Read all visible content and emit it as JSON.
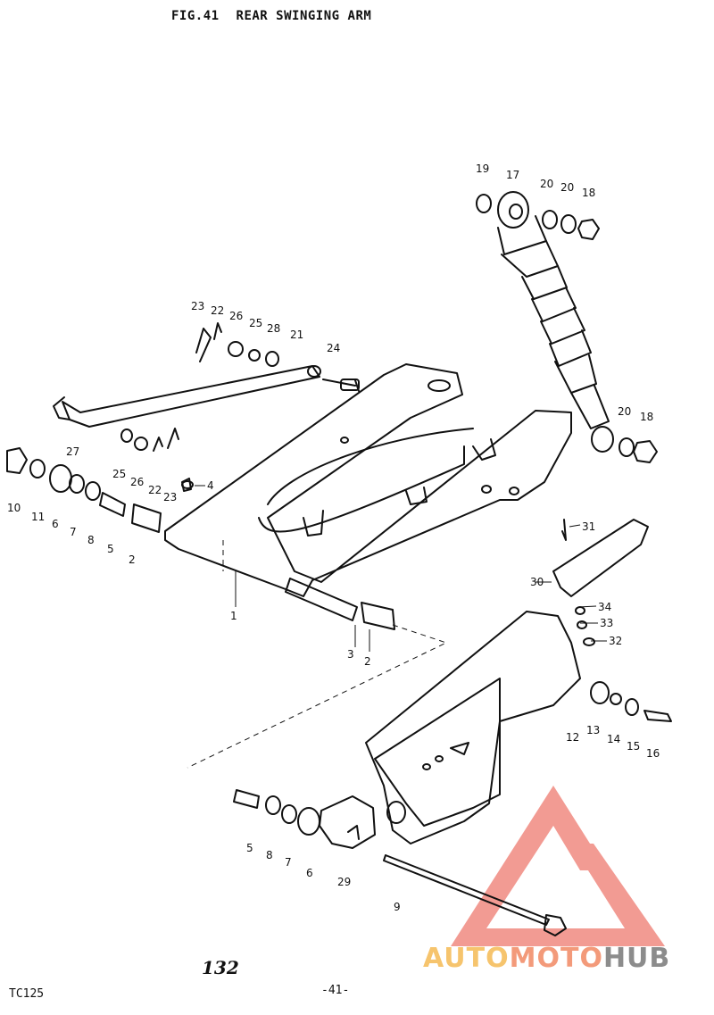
{
  "header": {
    "fig_label": "FIG.41",
    "title": "REAR SWINGING ARM"
  },
  "footer": {
    "page_number": "132",
    "model": "TC125",
    "sheet_code": "-41-"
  },
  "watermark": {
    "part1": "AUTO",
    "part2": "MOTO",
    "part3": "HUB",
    "colors": {
      "accent_light": "#f6c46d",
      "accent": "#f39a7a",
      "grey": "#8c8c8c",
      "triangle": "#f08a80"
    }
  },
  "callouts": [
    {
      "label": "19"
    },
    {
      "label": "17"
    },
    {
      "label": "20"
    },
    {
      "label": "20"
    },
    {
      "label": "18"
    },
    {
      "label": "23"
    },
    {
      "label": "22"
    },
    {
      "label": "26"
    },
    {
      "label": "25"
    },
    {
      "label": "28"
    },
    {
      "label": "21"
    },
    {
      "label": "24"
    },
    {
      "label": "20"
    },
    {
      "label": "18"
    },
    {
      "label": "27"
    },
    {
      "label": "25"
    },
    {
      "label": "26"
    },
    {
      "label": "22"
    },
    {
      "label": "23"
    },
    {
      "label": "4"
    },
    {
      "label": "10"
    },
    {
      "label": "11"
    },
    {
      "label": "6"
    },
    {
      "label": "7"
    },
    {
      "label": "8"
    },
    {
      "label": "5"
    },
    {
      "label": "2"
    },
    {
      "label": "31"
    },
    {
      "label": "30"
    },
    {
      "label": "34"
    },
    {
      "label": "33"
    },
    {
      "label": "32"
    },
    {
      "label": "1"
    },
    {
      "label": "3"
    },
    {
      "label": "2"
    },
    {
      "label": "12"
    },
    {
      "label": "13"
    },
    {
      "label": "14"
    },
    {
      "label": "15"
    },
    {
      "label": "16"
    },
    {
      "label": "5"
    },
    {
      "label": "8"
    },
    {
      "label": "7"
    },
    {
      "label": "6"
    },
    {
      "label": "29"
    },
    {
      "label": "9"
    }
  ]
}
